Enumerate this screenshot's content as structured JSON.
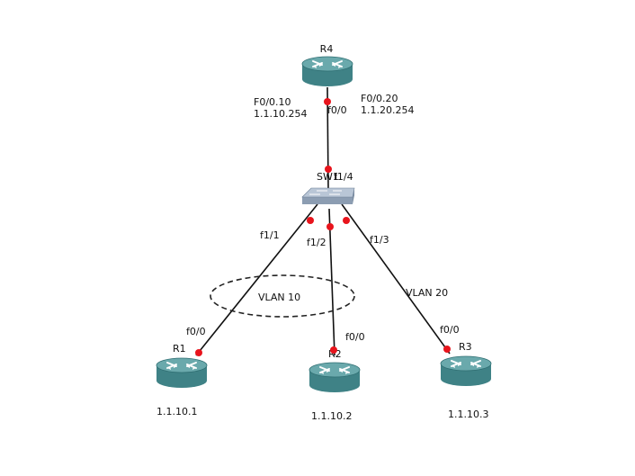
{
  "devices": {
    "r4": {
      "name": "R4"
    },
    "sw": {
      "name": "SW1"
    },
    "r1": {
      "name": "R1",
      "ip": "1.1.10.1"
    },
    "r2": {
      "name": "R2",
      "ip": "1.1.10.2"
    },
    "r3": {
      "name": "R3",
      "ip": "1.1.10.3"
    }
  },
  "r4_subifs": {
    "left_if": "F0/0.10",
    "left_ip": "1.1.10.254",
    "right_if": "F0/0.20",
    "right_ip": "1.1.20.254"
  },
  "links": {
    "r4_port": "f0/0",
    "sw_uplink_port": "f1/4",
    "sw_r1_port": "f1/1",
    "sw_r2_port": "f1/2",
    "sw_r3_port": "f1/3",
    "r1_port": "f0/0",
    "r2_port": "f0/0",
    "r3_port": "f0/0"
  },
  "vlans": {
    "vlan10": "VLAN 10",
    "vlan20": "VLAN 20"
  },
  "colors": {
    "router_top": "#5e9ea1",
    "router_side": "#3f8286",
    "switch_top": "#b9c6d6",
    "switch_side": "#8c9db2",
    "link": "#111111",
    "port_dot": "#e8141c"
  }
}
